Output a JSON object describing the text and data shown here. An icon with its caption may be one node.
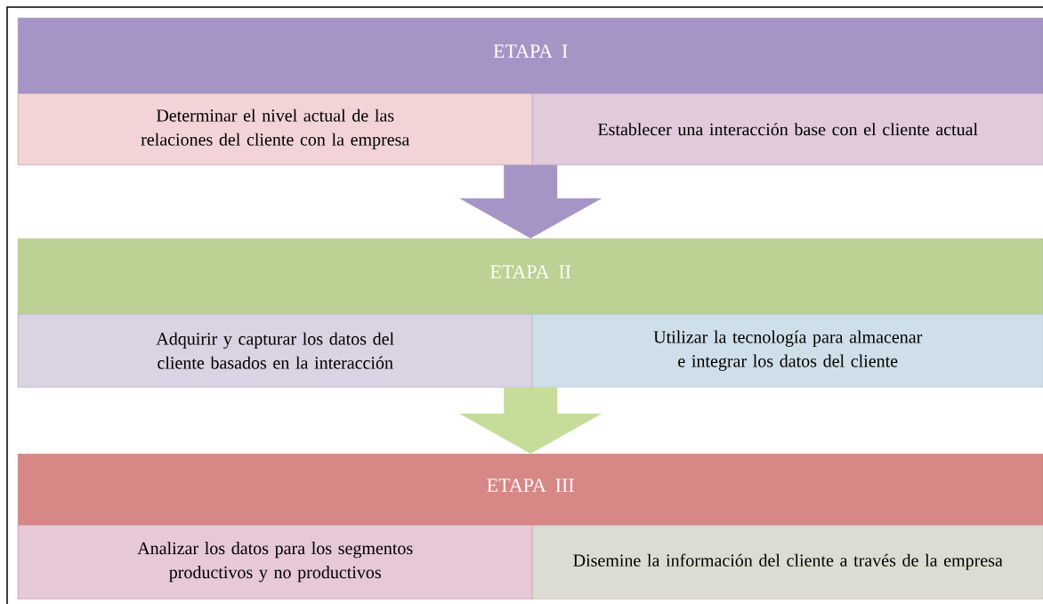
{
  "diagram": {
    "nodes": [
      {
        "text": [
          "ETAPA I"
        ]
      },
      {
        "text": [
          "Determinar el nivel actual de las relaciones del cliente con la empresa"
        ],
        "in": 0
      },
      {
        "text": [
          "Establecer una interacción base con el cliente actual"
        ],
        "in": 0
      },
      {
        "text": [
          "ETAPA II"
        ]
      },
      {
        "text": [
          "Adquirir y capturar los datos del cliente basados en la interacción"
        ],
        "in": 3
      },
      {
        "text": [
          "Utilizar la tecnología para almacenar e integrar los datos del cliente"
        ],
        "in": 3
      },
      {
        "text": [
          "ETAPA III"
        ]
      },
      {
        "text": [
          "Analizar los datos para los segmentos productivos y no productivos"
        ],
        "in": 6
      },
      {
        "text": [
          "Disemine la información del cliente a través de la empresa"
        ],
        "in": 6
      }
    ],
    "edges": [
      {
        "from": 0,
        "to": 3,
        "arrow": "to",
        "color": "#a794c6"
      },
      {
        "from": 3,
        "to": 6,
        "arrow": "to",
        "color": "#c5dc9a"
      }
    ]
  }
}
